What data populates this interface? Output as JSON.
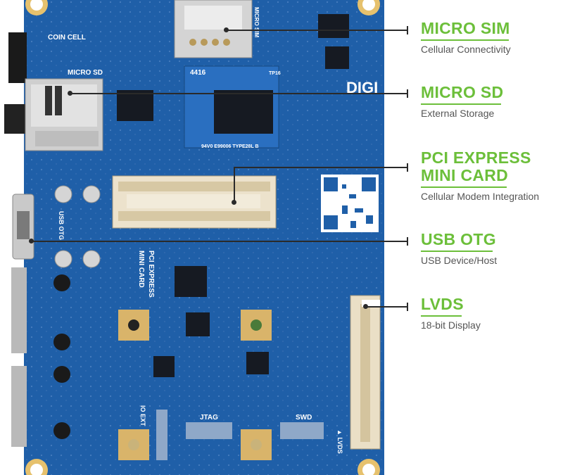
{
  "board": {
    "silkscreen": {
      "coin_cell": "COIN CELL",
      "micro_sd": "MICRO SD",
      "micro_sim": "MICRO SIM",
      "chip_code": "4416",
      "tp16": "TP16",
      "pcb_mark": "94V0 E99006 TYPE28L B",
      "digi": "DIGI",
      "usb_otg": "USB OTG",
      "pci_express_1": "PCI EXPRESS",
      "pci_express_2": "MINI CARD",
      "io_ext": "IO EXT",
      "jtag": "JTAG",
      "swd": "SWD",
      "lvds": "▲ LVDS"
    }
  },
  "callouts": [
    {
      "id": "micro-sim",
      "title": [
        "MICRO SIM"
      ],
      "desc": "Cellular Connectivity"
    },
    {
      "id": "micro-sd",
      "title": [
        "MICRO SD"
      ],
      "desc": "External Storage"
    },
    {
      "id": "pci-express",
      "title": [
        "PCI EXPRESS",
        "MINI CARD"
      ],
      "desc": "Cellular Modem Integration"
    },
    {
      "id": "usb-otg",
      "title": [
        "USB OTG"
      ],
      "desc": "USB Device/Host"
    },
    {
      "id": "lvds",
      "title": [
        "LVDS"
      ],
      "desc": "18-bit Display"
    }
  ],
  "colors": {
    "board": "#1f5fa8",
    "board_dark": "#17497f",
    "accent": "#6cbf3a",
    "line": "#2a2a2a",
    "pad_gold": "#d9b46a"
  }
}
